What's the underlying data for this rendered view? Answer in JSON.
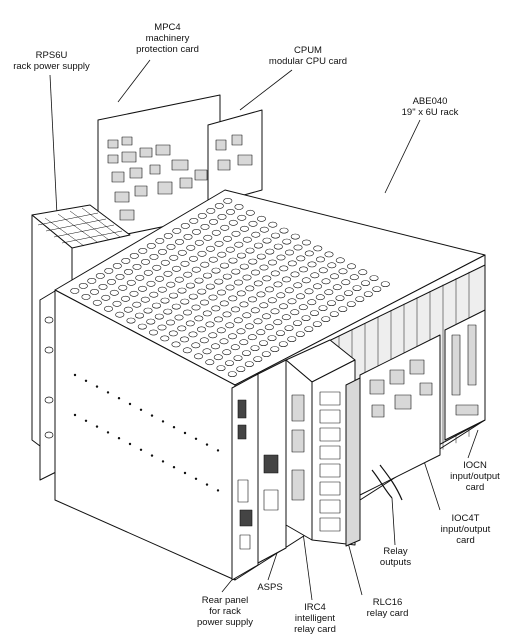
{
  "labels": {
    "rps6u": [
      "RPS6U",
      "rack power supply"
    ],
    "mpc4": [
      "MPC4",
      "machinery",
      "protection card"
    ],
    "cpum": [
      "CPUM",
      "modular CPU card"
    ],
    "abe040": [
      "ABE040",
      "19\" x 6U rack"
    ],
    "iocn": [
      "IOCN",
      "input/output",
      "card"
    ],
    "ioc4t": [
      "IOC4T",
      "input/output",
      "card"
    ],
    "relay_outputs": [
      "Relay",
      "outputs"
    ],
    "rear_panel": [
      "Rear panel",
      "for rack",
      "power supply"
    ],
    "asps": [
      "ASPS"
    ],
    "irc4": [
      "IRC4",
      "intelligent",
      "relay card"
    ],
    "rlc16": [
      "RLC16",
      "relay card"
    ]
  },
  "colors": {
    "line": "#111111",
    "panel": "#ffffff",
    "shade": "#d8d8d8",
    "dark": "#444444"
  }
}
